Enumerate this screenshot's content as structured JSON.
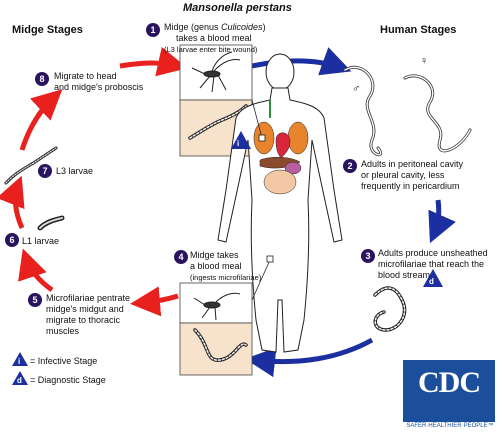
{
  "title": "Mansonella perstans",
  "headers": {
    "midge": "Midge Stages",
    "human": "Human Stages"
  },
  "steps": [
    {
      "num": "1",
      "line1a": "Midge (genus ",
      "line1b": "Culicoides",
      "line1c": ")",
      "line2": "takes a blood meal",
      "line3": "(L3 larvae enter bite wound)"
    },
    {
      "num": "2",
      "line1": "Adults in peritoneal cavity",
      "line2": "or pleural cavity,  less",
      "line3": "frequently in pericardium"
    },
    {
      "num": "3",
      "line1": "Adults produce unsheathed",
      "line2": "microfilariae that reach the",
      "line3": "blood stream"
    },
    {
      "num": "4",
      "line1": "Midge takes",
      "line2": "a blood meal",
      "line3": "(ingests microfilariae)"
    },
    {
      "num": "5",
      "line1": "Microfilariae pentrate",
      "line2": "midge's midgut and",
      "line3": "migrate to thoracic",
      "line4": "muscles"
    },
    {
      "num": "6",
      "line1": "L1 larvae"
    },
    {
      "num": "7",
      "line1": "L3 larvae"
    },
    {
      "num": "8",
      "line1": "Migrate to head",
      "line2": "and midge's proboscis"
    }
  ],
  "stage_icons": {
    "infective": "i",
    "diagnostic": "d"
  },
  "legend": {
    "infective": "= Infective Stage",
    "diagnostic": "= Diagnostic Stage"
  },
  "sex_symbols": {
    "male": "♂",
    "female": "♀"
  },
  "logo": {
    "text": "CDC",
    "tagline": "SAFER·HEALTHIER·PEOPLE™"
  },
  "colors": {
    "red_arrow": "#e8201e",
    "blue_arrow": "#1b2fa0",
    "badge": "#2a1460",
    "cdc_blue": "#1b4f9c",
    "worm_panel": "#f7e2cc"
  }
}
